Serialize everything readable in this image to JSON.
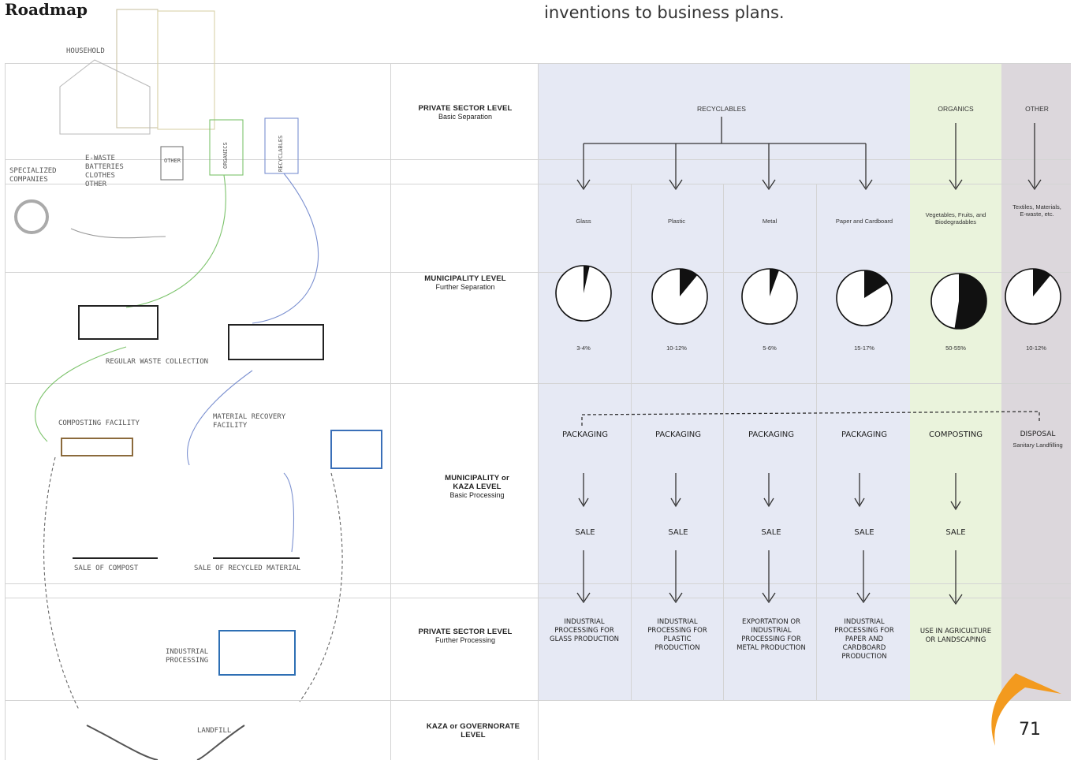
{
  "page": {
    "title": "Roadmap",
    "intro_text": "inventions to business plans.",
    "page_number": "71"
  },
  "levels": [
    {
      "name": "PRIVATE SECTOR LEVEL",
      "sub": "Basic Separation"
    },
    {
      "name": "MUNICIPALITY LEVEL",
      "sub": "Further Separation"
    },
    {
      "name": "MUNICIPALITY or KAZA LEVEL",
      "sub": "Basic Processing"
    },
    {
      "name": "PRIVATE SECTOR LEVEL",
      "sub": "Further Processing"
    },
    {
      "name": "KAZA or GOVERNORATE LEVEL",
      "sub": ""
    }
  ],
  "groups": {
    "recyclables": "RECYCLABLES",
    "organics": "ORGANICS",
    "other": "OTHER"
  },
  "materials": [
    {
      "name": "Glass",
      "share": "3-4%",
      "fraction": 0.035,
      "step": "PACKAGING",
      "sale": "SALE",
      "final": "INDUSTRIAL PROCESSING for GLASS PRODUCTION"
    },
    {
      "name": "Plastic",
      "share": "10-12%",
      "fraction": 0.11,
      "step": "PACKAGING",
      "sale": "SALE",
      "final": "INDUSTRIAL PROCESSING for PLASTIC PRODUCTION"
    },
    {
      "name": "Metal",
      "share": "5-6%",
      "fraction": 0.055,
      "step": "PACKAGING",
      "sale": "SALE",
      "final": "EXPORTATION or INDUSTRIAL PROCESSING for METAL PRODUCTION"
    },
    {
      "name": "Paper and Cardboard",
      "share": "15-17%",
      "fraction": 0.16,
      "step": "PACKAGING",
      "sale": "SALE",
      "final": "INDUSTRIAL PROCESSING for PAPER and CARDBOARD PRODUCTION"
    },
    {
      "name": "Vegetables, Fruits, and Biodegradables",
      "share": "50-55%",
      "fraction": 0.525,
      "step": "COMPOSTING",
      "sale": "SALE",
      "final": "USE in AGRICULTURE or LANDSCAPING"
    },
    {
      "name": "Textiles, Materials, E-waste, etc.",
      "share": "10-12%",
      "fraction": 0.11,
      "step": "DISPOSAL",
      "step_sub": "Sanitary Landfilling",
      "sale": "",
      "final": ""
    }
  ],
  "sketch_labels": {
    "household": "HOUSEHOLD",
    "specialized_companies": "SPECIALIZED COMPANIES",
    "ewaste": "E-WASTE BATTERIES CLOTHES OTHER",
    "bin_other": "OTHER",
    "bin_organics": "ORGANICS",
    "bin_recyclables": "RECYCLABLES",
    "regular_collection": "REGULAR WASTE COLLECTION",
    "composting_facility": "COMPOSTING FACILITY",
    "mrf": "MATERIAL RECOVERY FACILITY",
    "sale_compost": "SALE OF COMPOST",
    "sale_recycled": "SALE OF RECYCLED MATERIAL",
    "industrial_processing": "INDUSTRIAL PROCESSING",
    "landfill": "LANDFILL"
  },
  "colors": {
    "recyclables_bg": "#e6e9f4",
    "organics_bg": "#eaf3dc",
    "other_bg": "#dcd7dc",
    "accent_orange": "#f39a1e",
    "green_line": "#7cc36b",
    "blue_line": "#7b90d0"
  }
}
